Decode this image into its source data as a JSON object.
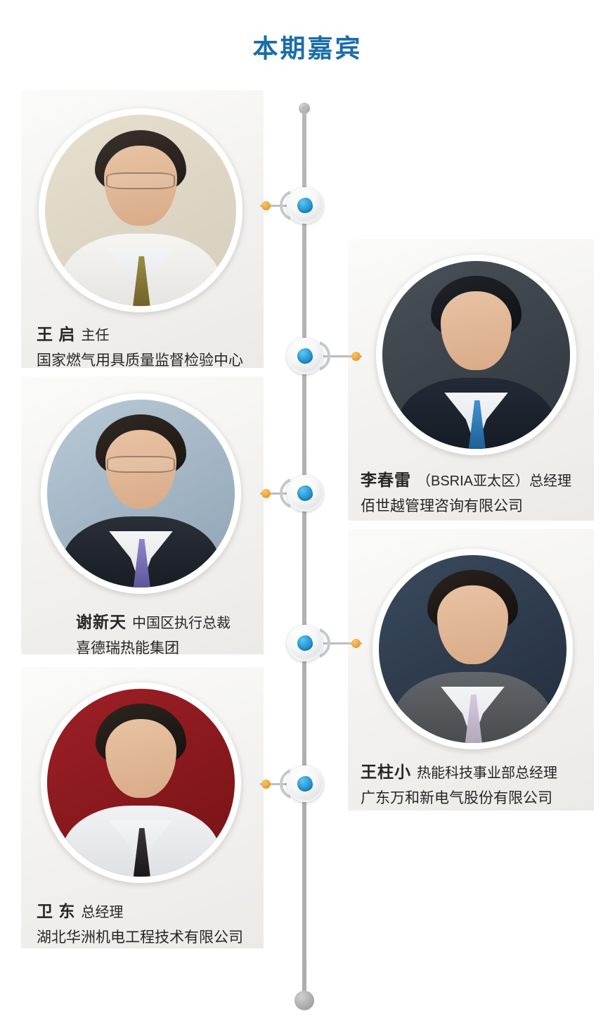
{
  "header": {
    "title": "本期嘉宾",
    "title_color": "#1a6ca8"
  },
  "theme": {
    "spine_color": "#b0b0b0",
    "connector_color": "#bdbdbd",
    "connector_dot_color": "#e59b2c",
    "node_dot_color": "#2a9fdc",
    "text_color": "#262626",
    "block_background": "#f3f2f0"
  },
  "guests": [
    {
      "name": "王 启",
      "role": "主任",
      "organization": "国家燃气用具质量监督检验中心",
      "side": "left",
      "photo_alt": "王启肖像",
      "photo_palette": {
        "background": "#ded7c8",
        "hair": "#2a2220",
        "clothing": "#f4f3f0",
        "accent": "#8a7a3c"
      },
      "has_glasses": true
    },
    {
      "name": "李春雷",
      "role": "（BSRIA亚太区）总经理",
      "organization": "佰世越管理咨询有限公司",
      "side": "right",
      "photo_alt": "李春雷肖像",
      "photo_palette": {
        "background": "#3b4149",
        "hair": "#171a1e",
        "clothing": "#1d2430",
        "accent": "#2f7fc4"
      },
      "has_glasses": false
    },
    {
      "name": "谢新天",
      "role": "中国区执行总裁",
      "organization": "喜德瑞热能集团",
      "side": "left",
      "photo_alt": "谢新天肖像",
      "photo_palette": {
        "background": "#9fb3c4",
        "hair": "#1e1a18",
        "clothing": "#20252e",
        "accent": "#7f76c0"
      },
      "has_glasses": true
    },
    {
      "name": "王柱小",
      "role": "热能科技事业部总经理",
      "organization": "广东万和新电气股份有限公司",
      "side": "right",
      "photo_alt": "王柱小肖像",
      "photo_palette": {
        "background": "#2c3a4c",
        "hair": "#1a1715",
        "clothing": "#55595c",
        "accent": "#cbbfd4"
      },
      "has_glasses": false
    },
    {
      "name": "卫 东",
      "role": "总经理",
      "organization": "湖北华洲机电工程技术有限公司",
      "side": "left",
      "photo_alt": "卫东肖像",
      "photo_palette": {
        "background": "#8e1b20",
        "hair": "#231c19",
        "clothing": "#eceef0",
        "accent": "#2c2a2c"
      },
      "has_glasses": false
    }
  ],
  "timeline": {
    "node_icon": "blue-droplet-marker",
    "top_cap_icon": "timeline-start-dot",
    "bottom_cap_icon": "timeline-end-dot",
    "node_count": 5
  }
}
